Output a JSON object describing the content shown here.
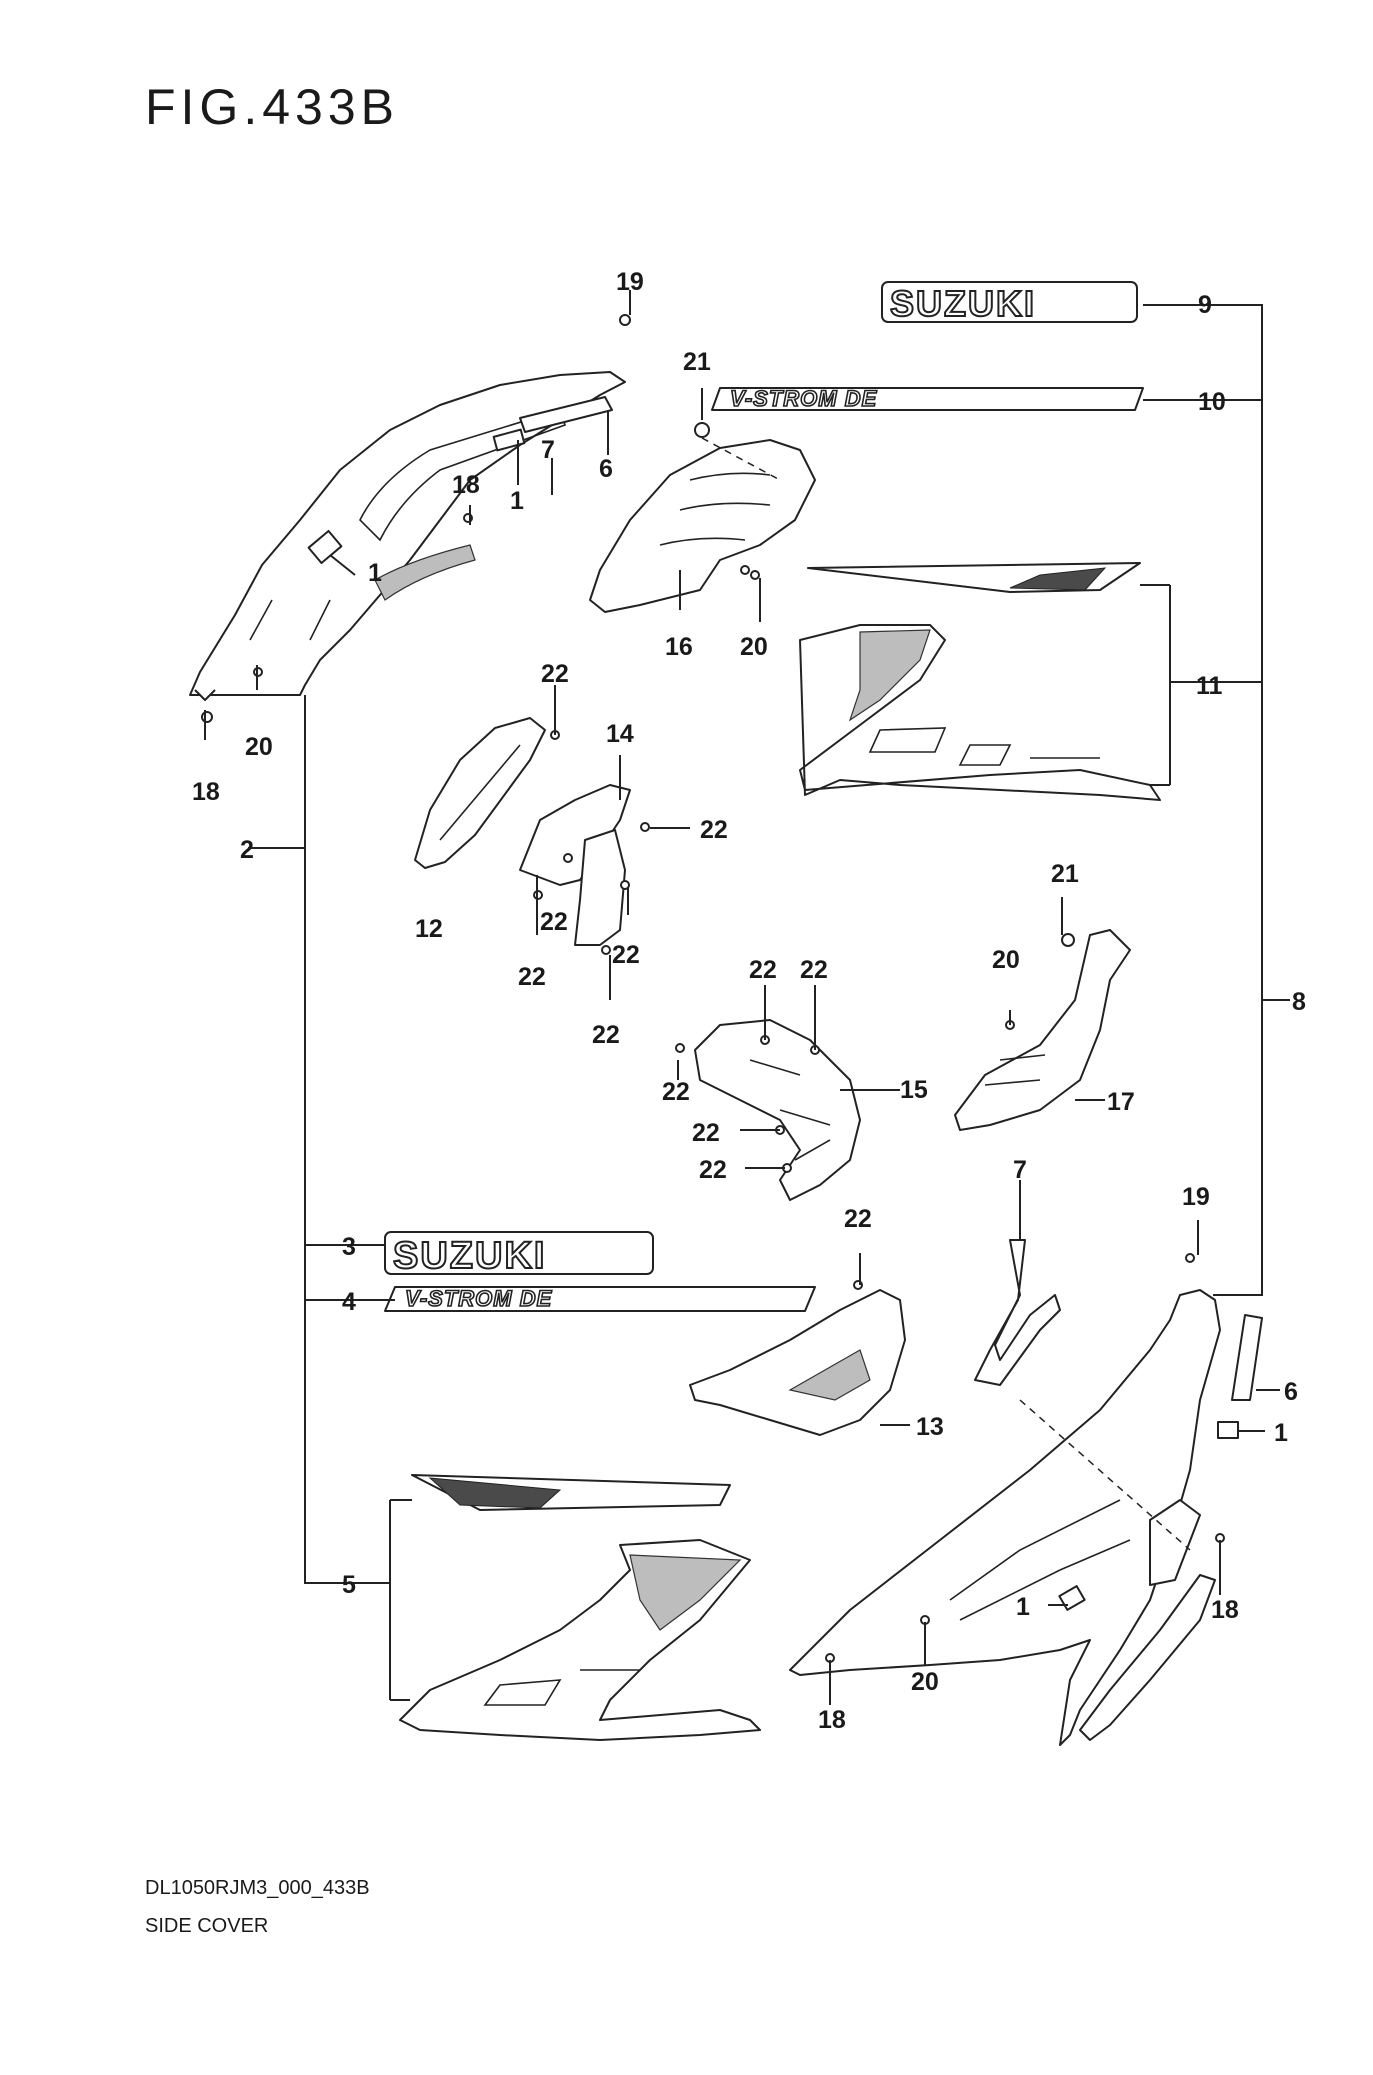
{
  "figure": {
    "title": "FIG.433B"
  },
  "footer": {
    "drawing_code": "DL1050RJM3_000_433B",
    "drawing_name": "SIDE COVER"
  },
  "logos": {
    "suzuki": "SUZUKI",
    "vstrom": "V-STROM DE"
  },
  "callouts": {
    "n1": "1",
    "n2": "2",
    "n3": "3",
    "n4": "4",
    "n5": "5",
    "n6": "6",
    "n7": "7",
    "n8": "8",
    "n9": "9",
    "n10": "10",
    "n11": "11",
    "n12": "12",
    "n13": "13",
    "n14": "14",
    "n15": "15",
    "n16": "16",
    "n17": "17",
    "n18": "18",
    "n19": "19",
    "n20": "20",
    "n21": "21",
    "n22": "22"
  },
  "colors": {
    "line": "#222222",
    "shade": "#bdbdbd",
    "dark": "#4a4a4a",
    "background": "#ffffff"
  }
}
